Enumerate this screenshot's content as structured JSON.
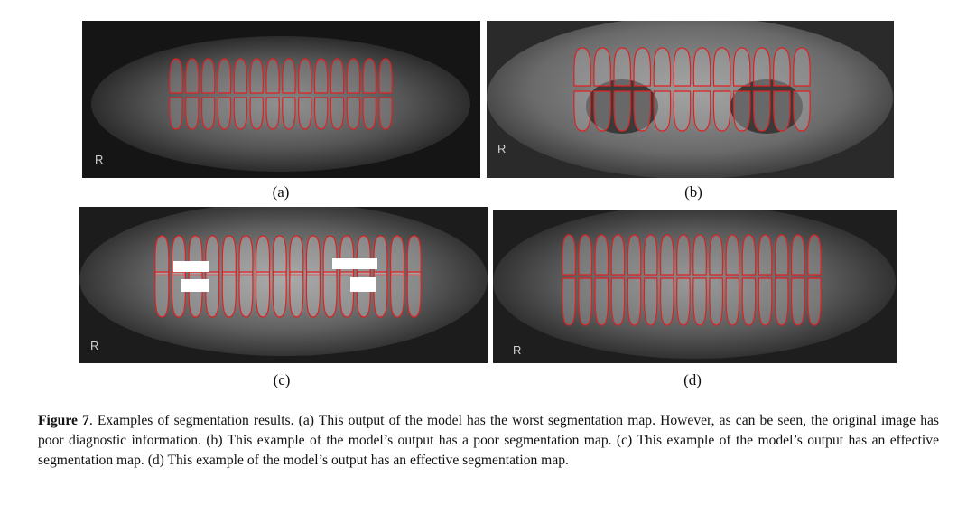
{
  "figure": {
    "panels": [
      {
        "id": "a",
        "label": "(a)",
        "marker": "R"
      },
      {
        "id": "b",
        "label": "(b)",
        "marker": "R"
      },
      {
        "id": "c",
        "label": "(c)",
        "marker": "R"
      },
      {
        "id": "d",
        "label": "(d)",
        "marker": "R"
      }
    ],
    "caption": {
      "label": "Figure 7",
      "text": ". Examples of segmentation results. (a) This output of the model has the worst segmentation map. However, as can be seen, the original image has poor diagnostic information. (b) This example of the model’s output has a poor segmentation map. (c) This example of the model’s output has an effective segmentation map. (d) This example of the model’s output has an effective segmentation map."
    },
    "colors": {
      "segmentation_outline": "#e02020",
      "restoration_fill": "#ffffff",
      "xray_dark": "#111111"
    }
  }
}
